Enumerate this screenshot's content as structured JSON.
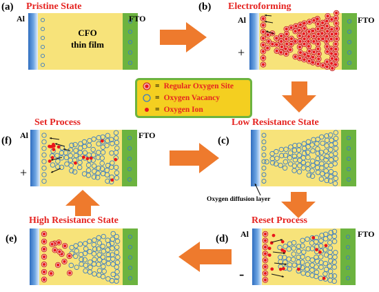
{
  "panels": {
    "a": {
      "letter": "(a)",
      "title": "Pristine State",
      "left_electrode": "Al",
      "right_electrode": "FTO",
      "film_label_1": "CFO",
      "film_label_2": "thin film"
    },
    "b": {
      "letter": "(b)",
      "title": "Electroforming",
      "left_electrode": "Al",
      "right_electrode": "FTO",
      "sign": "+"
    },
    "c": {
      "letter": "(c)",
      "title": "Low Resistance State",
      "annotation": "Oxygen diffusion layer"
    },
    "d": {
      "letter": "(d)",
      "title": "Reset Process",
      "left_electrode": "Al",
      "right_electrode": "FTO",
      "sign": "-"
    },
    "e": {
      "letter": "(e)",
      "title": "High Resistance State"
    },
    "f": {
      "letter": "(f)",
      "title": "Set Process",
      "left_electrode": "Al",
      "right_electrode": "FTO",
      "sign": "+"
    }
  },
  "legend": {
    "items": [
      {
        "eq": "=",
        "label": "Regular Oxygen Site"
      },
      {
        "eq": "=",
        "label": "Oxygen Vacancy"
      },
      {
        "eq": "=",
        "label": "Oxygen Ion"
      }
    ]
  },
  "colors": {
    "title_red": "#e52421",
    "film_yellow": "#f7e37a",
    "electrode_blue": "#3a78c9",
    "fto_green": "#6cb33f",
    "arrow_orange": "#ee7a2d",
    "vacancy_blue": "#3a7cc4",
    "ion_red": "#e8151b"
  }
}
